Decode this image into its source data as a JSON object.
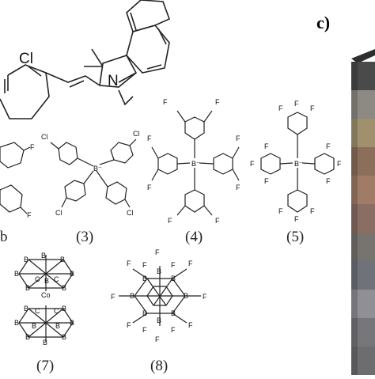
{
  "panel_label": "c)",
  "labels": {
    "l3": "(3)",
    "l4": "(4)",
    "l5": "(5)",
    "l7": "(7)",
    "l8": "(8)",
    "lb": "b"
  },
  "atoms": {
    "cl": "Cl",
    "n": "N",
    "co": "Co",
    "b": "B",
    "c": "C",
    "f": "F",
    "bminus": "B⁻"
  },
  "stack_colors": [
    "#4a4a4a",
    "#8c8a83",
    "#a1906e",
    "#8c6f5b",
    "#a07c66",
    "#8a6e63",
    "#77736f",
    "#70727a",
    "#8f8f95",
    "#77777b",
    "#6d6d70"
  ]
}
